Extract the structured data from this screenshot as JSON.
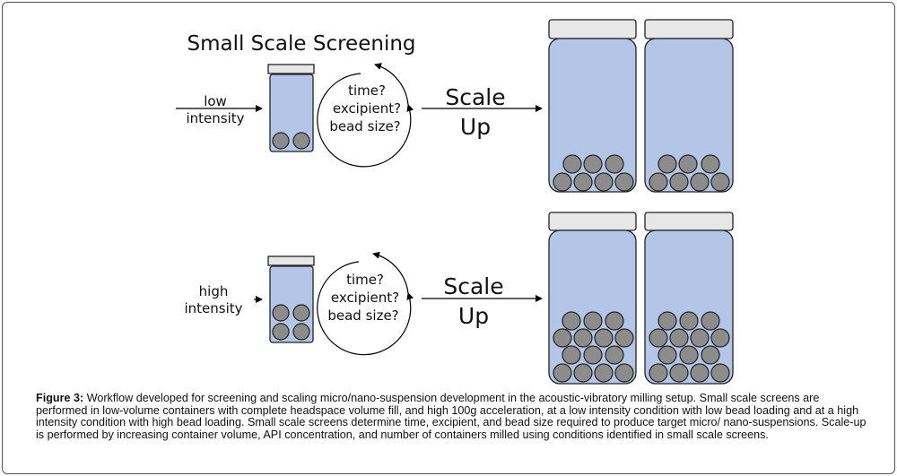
{
  "diagram": {
    "title": "Small Scale Screening",
    "row1": {
      "input_line1": "low",
      "input_line2": "intensity"
    },
    "row2": {
      "input_line1": "high",
      "input_line2": "intensity"
    },
    "cycle": {
      "line1": "time?",
      "line2": "excipient?",
      "line3": "bead size?"
    },
    "scale": {
      "line1": "Scale",
      "line2": "Up"
    }
  },
  "caption": {
    "label": "Figure 3:",
    "text": "Workflow developed for screening and scaling micro/nano-suspension development in the acoustic-vibratory milling setup. Small scale screens are performed in low-volume containers with complete headspace volume fill, and high 100g acceleration, at a low intensity condition with low bead loading and at a high intensity condition with high bead loading. Small scale screens determine time, excipient, and bead size required to produce target micro/ nano-suspensions. Scale-up is performed by increasing container volume, API concentration, and number of containers milled using conditions identified in small scale screens."
  }
}
